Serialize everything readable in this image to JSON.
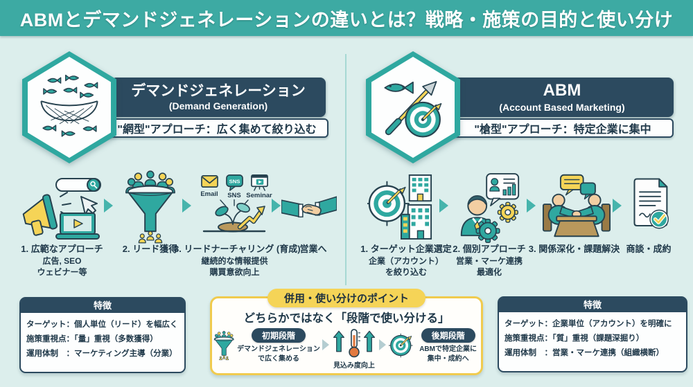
{
  "colors": {
    "teal": "#3DAAA3",
    "navy": "#2C4A5F",
    "yellow": "#F5D457",
    "background": "#DCEEEC",
    "ink": "#20394A"
  },
  "header": {
    "title": "ABMとデマンドジェネレーションの違いとは？戦略・施策の目的と使い分け"
  },
  "left": {
    "title": "デマンドジェネレーション",
    "subtitle": "(Demand Generation)",
    "approach": "\"網型\"アプローチ：広く集めて絞り込む",
    "steps": [
      {
        "label": "1. 広範なアプローチ",
        "sub1": "広告, SEO",
        "sub2": "ウェビナー等"
      },
      {
        "label": "2. リード獲得"
      },
      {
        "label": "3. リードナーチャリング (育成)",
        "sub1": "継続的な情報提供",
        "sub2": "購買意欲向上"
      },
      {
        "label": "営業へ"
      }
    ],
    "channel_labels": [
      "Email",
      "SNS",
      "Seminar"
    ],
    "sns_bubble_text": "SNS",
    "features": {
      "title": "特徴",
      "rows": [
        "ターゲット：個人単位（リード）を幅広く",
        "施策重視点：「量」重視（多数獲得）",
        "運用体制　：マーケティング主導（分業）"
      ]
    }
  },
  "right": {
    "title": "ABM",
    "subtitle": "(Account Based Marketing)",
    "approach": "\"槍型\"アプローチ：特定企業に集中",
    "steps": [
      {
        "label": "1. ターゲット企業選定",
        "sub1": "企業（アカウント）",
        "sub2": "を絞り込む"
      },
      {
        "label": "2. 個別アプローチ",
        "sub1": "営業・マーケ連携",
        "sub2": "最適化"
      },
      {
        "label": "3. 関係深化・課題解決"
      },
      {
        "label": "商談・成約"
      }
    ],
    "features": {
      "title": "特徴",
      "rows": [
        "ターゲット：企業単位（アカウント）を明確に",
        "施策重視点：「質」重視（課題深掘り）",
        "運用体制　：営業・マーケ連携（組織横断）"
      ]
    }
  },
  "combo": {
    "badge": "併用・使い分けのポイント",
    "headline": "どちらかではなく「段階で使い分ける」",
    "stage_early": {
      "pill": "初期段階",
      "line1": "デマンドジェネレーション",
      "line2": "で広く集める"
    },
    "stage_mid": {
      "label": "見込み度向上"
    },
    "stage_late": {
      "pill": "後期段階",
      "line1": "ABMで特定企業に",
      "line2": "集中・成約へ"
    }
  },
  "icons": [
    "fish-net-icon",
    "spear-target-icon",
    "megaphone-icon",
    "funnel-icon",
    "nurturing-icon",
    "handshake-icon",
    "target-buildings-icon",
    "person-gears-icon",
    "meeting-icon",
    "contract-check-icon",
    "thermometer-icon",
    "target-icon"
  ]
}
